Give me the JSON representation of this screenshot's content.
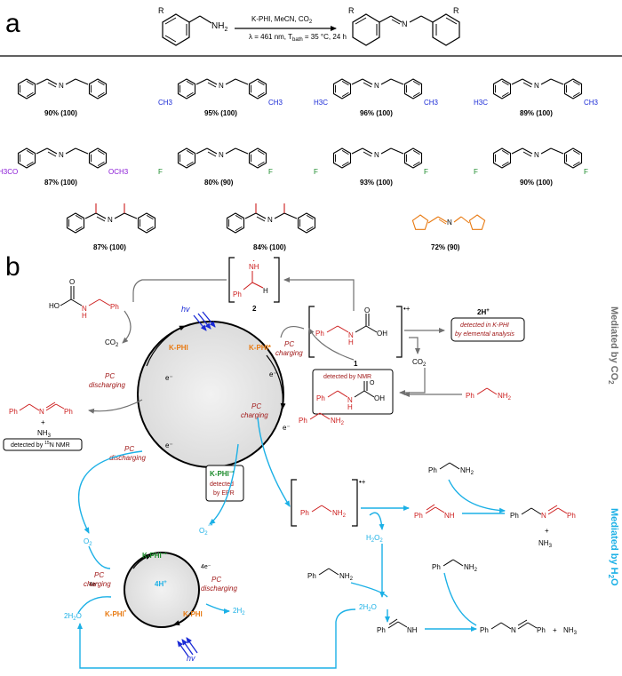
{
  "panel_a": {
    "letter": "a",
    "reagents_top": "K-PHI, MeCN, CO",
    "reagents_top_sub": "2",
    "reagents_bottom": "λ = 461 nm, T",
    "reagents_bottom_sub": "bath",
    "reagents_bottom_tail": " = 35 °C, 24 h",
    "r_label": "R",
    "nh2_label": "NH",
    "nh2_sub": "2",
    "n_label": "N",
    "products": [
      {
        "yield": "90% (100)"
      },
      {
        "yield": "95% (100)",
        "sub1": "CH3",
        "sub2": "CH3"
      },
      {
        "yield": "96% (100)",
        "sub1": "H3C",
        "sub2": "CH3"
      },
      {
        "yield": "89% (100)",
        "sub1": "H3C",
        "sub2": "CH3"
      },
      {
        "yield": "87% (100)",
        "sub1": "H3CO",
        "sub2": "OCH3"
      },
      {
        "yield": "80% (90)",
        "sub1": "F",
        "sub2": "F"
      },
      {
        "yield": "93% (100)",
        "sub1": "F",
        "sub2": "F"
      },
      {
        "yield": "90% (100)",
        "sub1": "F",
        "sub2": "F"
      },
      {
        "yield": "87% (100)"
      },
      {
        "yield": "84% (100)"
      },
      {
        "yield": "72% (90)"
      }
    ]
  },
  "panel_b": {
    "letter": "b",
    "side_top": "Mediated by CO",
    "side_top_sub": "2",
    "side_bottom": "Mediated by H",
    "side_bottom_sub": "2",
    "side_bottom_tail": "O",
    "labels": {
      "hv": "hv",
      "kphi": "K-PHI",
      "kphi_star": "K-PHI*",
      "kphi_radical": "K-PHI",
      "e_minus": "e⁻",
      "pc_charging": "PC charging",
      "pc_discharging": "PC discharging",
      "co2": "CO2",
      "ph": "Ph",
      "nh": "NH",
      "h": "H",
      "n": "N",
      "o": "O",
      "ho": "HO",
      "nh2": "NH2",
      "nh3": "NH3",
      "compound1": "1",
      "compound2": "2",
      "radical_cation": "•+",
      "two_h": "2H",
      "detected_kphi_line1": "detected in K-PHI",
      "detected_kphi_line2": "by elemental analysis",
      "detected_nmr": "detected by NMR",
      "detected_15n": "detected by 15N NMR",
      "detected_epr_line1": "detected",
      "detected_epr_line2": "by EPR",
      "o2": "O2",
      "o2_radical": "O2",
      "h2o2": "H2O2",
      "two_h2o": "2H2O",
      "two_h2": "2H2",
      "four_e": "4e⁻",
      "four_h": "4H⁺"
    }
  }
}
